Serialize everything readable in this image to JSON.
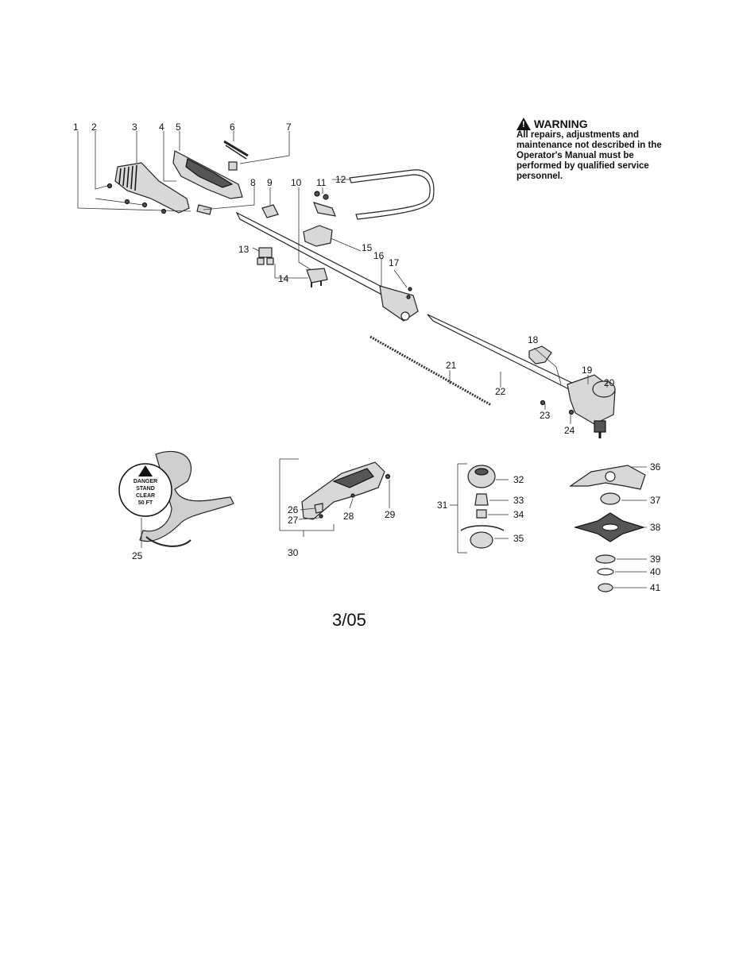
{
  "warning": {
    "title": "WARNING",
    "icon": "warning-triangle-icon",
    "body": "All repairs, adjustments and maintenance not described in the Operator's Manual must be performed by qualified service personnel."
  },
  "decal": {
    "lines": [
      "DANGER",
      "STAND",
      "CLEAR",
      "50 FT"
    ]
  },
  "page_date": "3/05",
  "callouts": [
    "1",
    "2",
    "3",
    "4",
    "5",
    "6",
    "7",
    "8",
    "9",
    "10",
    "11",
    "12",
    "13",
    "14",
    "15",
    "16",
    "17",
    "18",
    "19",
    "20",
    "21",
    "22",
    "23",
    "24",
    "25",
    "26",
    "27",
    "28",
    "29",
    "30",
    "31",
    "32",
    "33",
    "34",
    "35",
    "36",
    "37",
    "38",
    "39",
    "40",
    "41"
  ]
}
